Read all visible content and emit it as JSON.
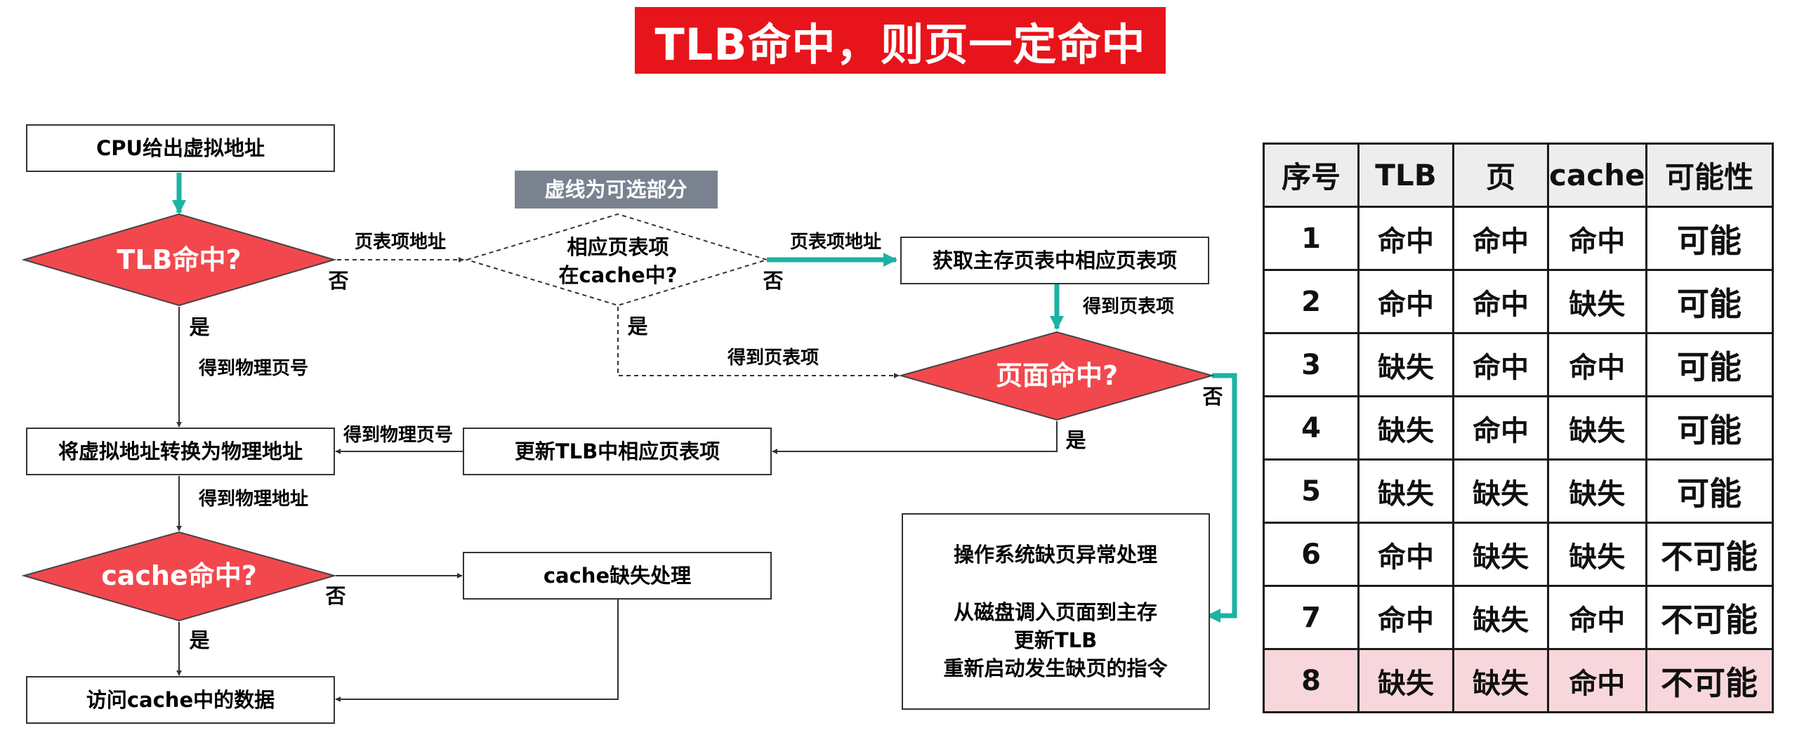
{
  "title": "TLB命中，则页一定命中",
  "flowchart": {
    "start": "CPU给出虚拟地址",
    "tlb_decision": "TLB命中?",
    "dashed_note": "虚线为可选部分",
    "cache_pte_line1": "相应页表项",
    "cache_pte_line2": "在cache中?",
    "fetch_pte": "获取主存页表中相应页表项",
    "page_decision": "页面命中?",
    "update_tlb": "更新TLB中相应页表项",
    "translate": "将虚拟地址转换为物理地址",
    "cache_decision": "cache命中?",
    "cache_miss": "cache缺失处理",
    "access_data": "访问cache中的数据",
    "os_title": "操作系统缺页异常处理",
    "os_line1": "从磁盘调入页面到主存",
    "os_line2": "更新TLB",
    "os_line3": "重新启动发生缺页的指令",
    "label_pte_addr_1": "页表项地址",
    "label_pte_addr_2": "页表项地址",
    "label_got_pte_1": "得到页表项",
    "label_got_pte_2": "得到页表项",
    "label_got_ppn_1": "得到物理页号",
    "label_got_ppn_2": "得到物理页号",
    "label_got_pa": "得到物理地址",
    "yes_tlb": "是",
    "no_tlb": "否",
    "yes_cachepte": "是",
    "no_cachepte": "否",
    "yes_page": "是",
    "no_page": "否",
    "yes_cache": "是",
    "no_cache": "否",
    "colors": {
      "decision": "#f2484d",
      "green_arrow": "#1bb3a2",
      "note_bg": "#7a8290",
      "banner": "#e8141b"
    }
  },
  "table": {
    "headers": [
      "序号",
      "TLB",
      "页",
      "cache",
      "可能性"
    ],
    "rows": [
      [
        "1",
        "命中",
        "命中",
        "命中",
        "可能"
      ],
      [
        "2",
        "命中",
        "命中",
        "缺失",
        "可能"
      ],
      [
        "3",
        "缺失",
        "命中",
        "命中",
        "可能"
      ],
      [
        "4",
        "缺失",
        "命中",
        "缺失",
        "可能"
      ],
      [
        "5",
        "缺失",
        "缺失",
        "缺失",
        "可能"
      ],
      [
        "6",
        "命中",
        "缺失",
        "缺失",
        "不可能"
      ],
      [
        "7",
        "命中",
        "缺失",
        "命中",
        "不可能"
      ],
      [
        "8",
        "缺失",
        "缺失",
        "命中",
        "不可能"
      ]
    ],
    "highlight_row": "8",
    "highlight_color": "#f8d7dc"
  }
}
